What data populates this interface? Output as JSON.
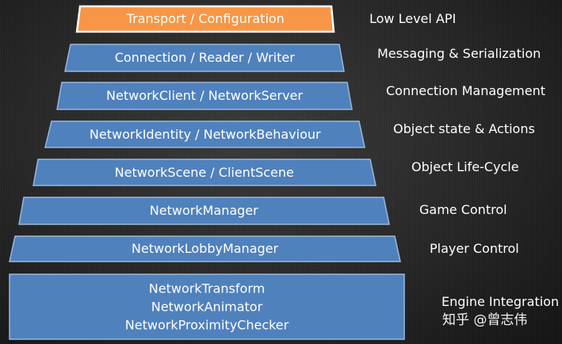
{
  "layers": [
    {
      "id": "transport",
      "lines": [
        "Transport / Configuration"
      ],
      "caption": "Low Level API",
      "highlight": true
    },
    {
      "id": "connection",
      "lines": [
        "Connection / Reader / Writer"
      ],
      "caption": "Messaging & Serialization"
    },
    {
      "id": "client-server",
      "lines": [
        "NetworkClient / NetworkServer"
      ],
      "caption": "Connection Management"
    },
    {
      "id": "identity",
      "lines": [
        "NetworkIdentity / NetworkBehaviour"
      ],
      "caption": "Object state & Actions"
    },
    {
      "id": "scene",
      "lines": [
        "NetworkScene / ClientScene"
      ],
      "caption": "Object Life-Cycle"
    },
    {
      "id": "manager",
      "lines": [
        "NetworkManager"
      ],
      "caption": "Game Control"
    },
    {
      "id": "lobby",
      "lines": [
        "NetworkLobbyManager"
      ],
      "caption": "Player Control"
    },
    {
      "id": "components",
      "lines": [
        "NetworkTransform",
        "NetworkAnimator",
        "NetworkProximityChecker"
      ],
      "caption": "Engine Integration"
    }
  ],
  "watermark": "知乎 @曾志伟",
  "colors": {
    "layer_fill": "#4f81bd",
    "layer_border": "#9ab8dc",
    "highlight_fill": "#f79646",
    "highlight_border": "#ffffff",
    "text": "#ffffff"
  }
}
